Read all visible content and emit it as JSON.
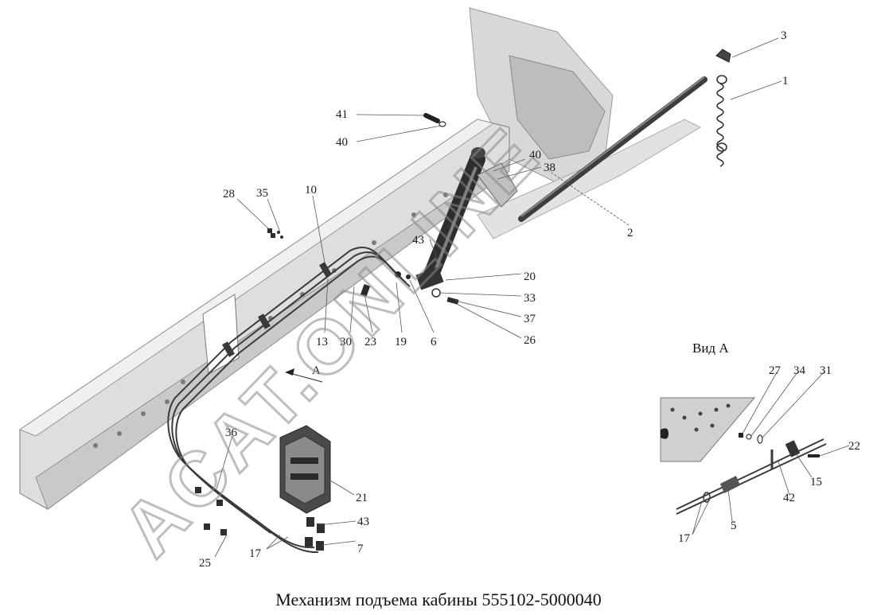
{
  "caption": "Механизм подъема кабины 555102-5000040",
  "view_title": "Вид А",
  "view_marker": "A",
  "watermark": "ACAT.ONLINE",
  "callouts": {
    "c1": "1",
    "c2": "2",
    "c3": "3",
    "c41": "41",
    "c40a": "40",
    "c40b": "40",
    "c38": "38",
    "c28": "28",
    "c35": "35",
    "c10": "10",
    "c43a": "43",
    "c20": "20",
    "c33": "33",
    "c37": "37",
    "c26": "26",
    "c13": "13",
    "c30": "30",
    "c23": "23",
    "c19": "19",
    "c6": "6",
    "c36": "36",
    "c21": "21",
    "c43b": "43",
    "c7": "7",
    "c17a": "17",
    "c25": "25",
    "c27": "27",
    "c34": "34",
    "c31": "31",
    "c22": "22",
    "c15": "15",
    "c42": "42",
    "c5": "5",
    "c17b": "17"
  }
}
